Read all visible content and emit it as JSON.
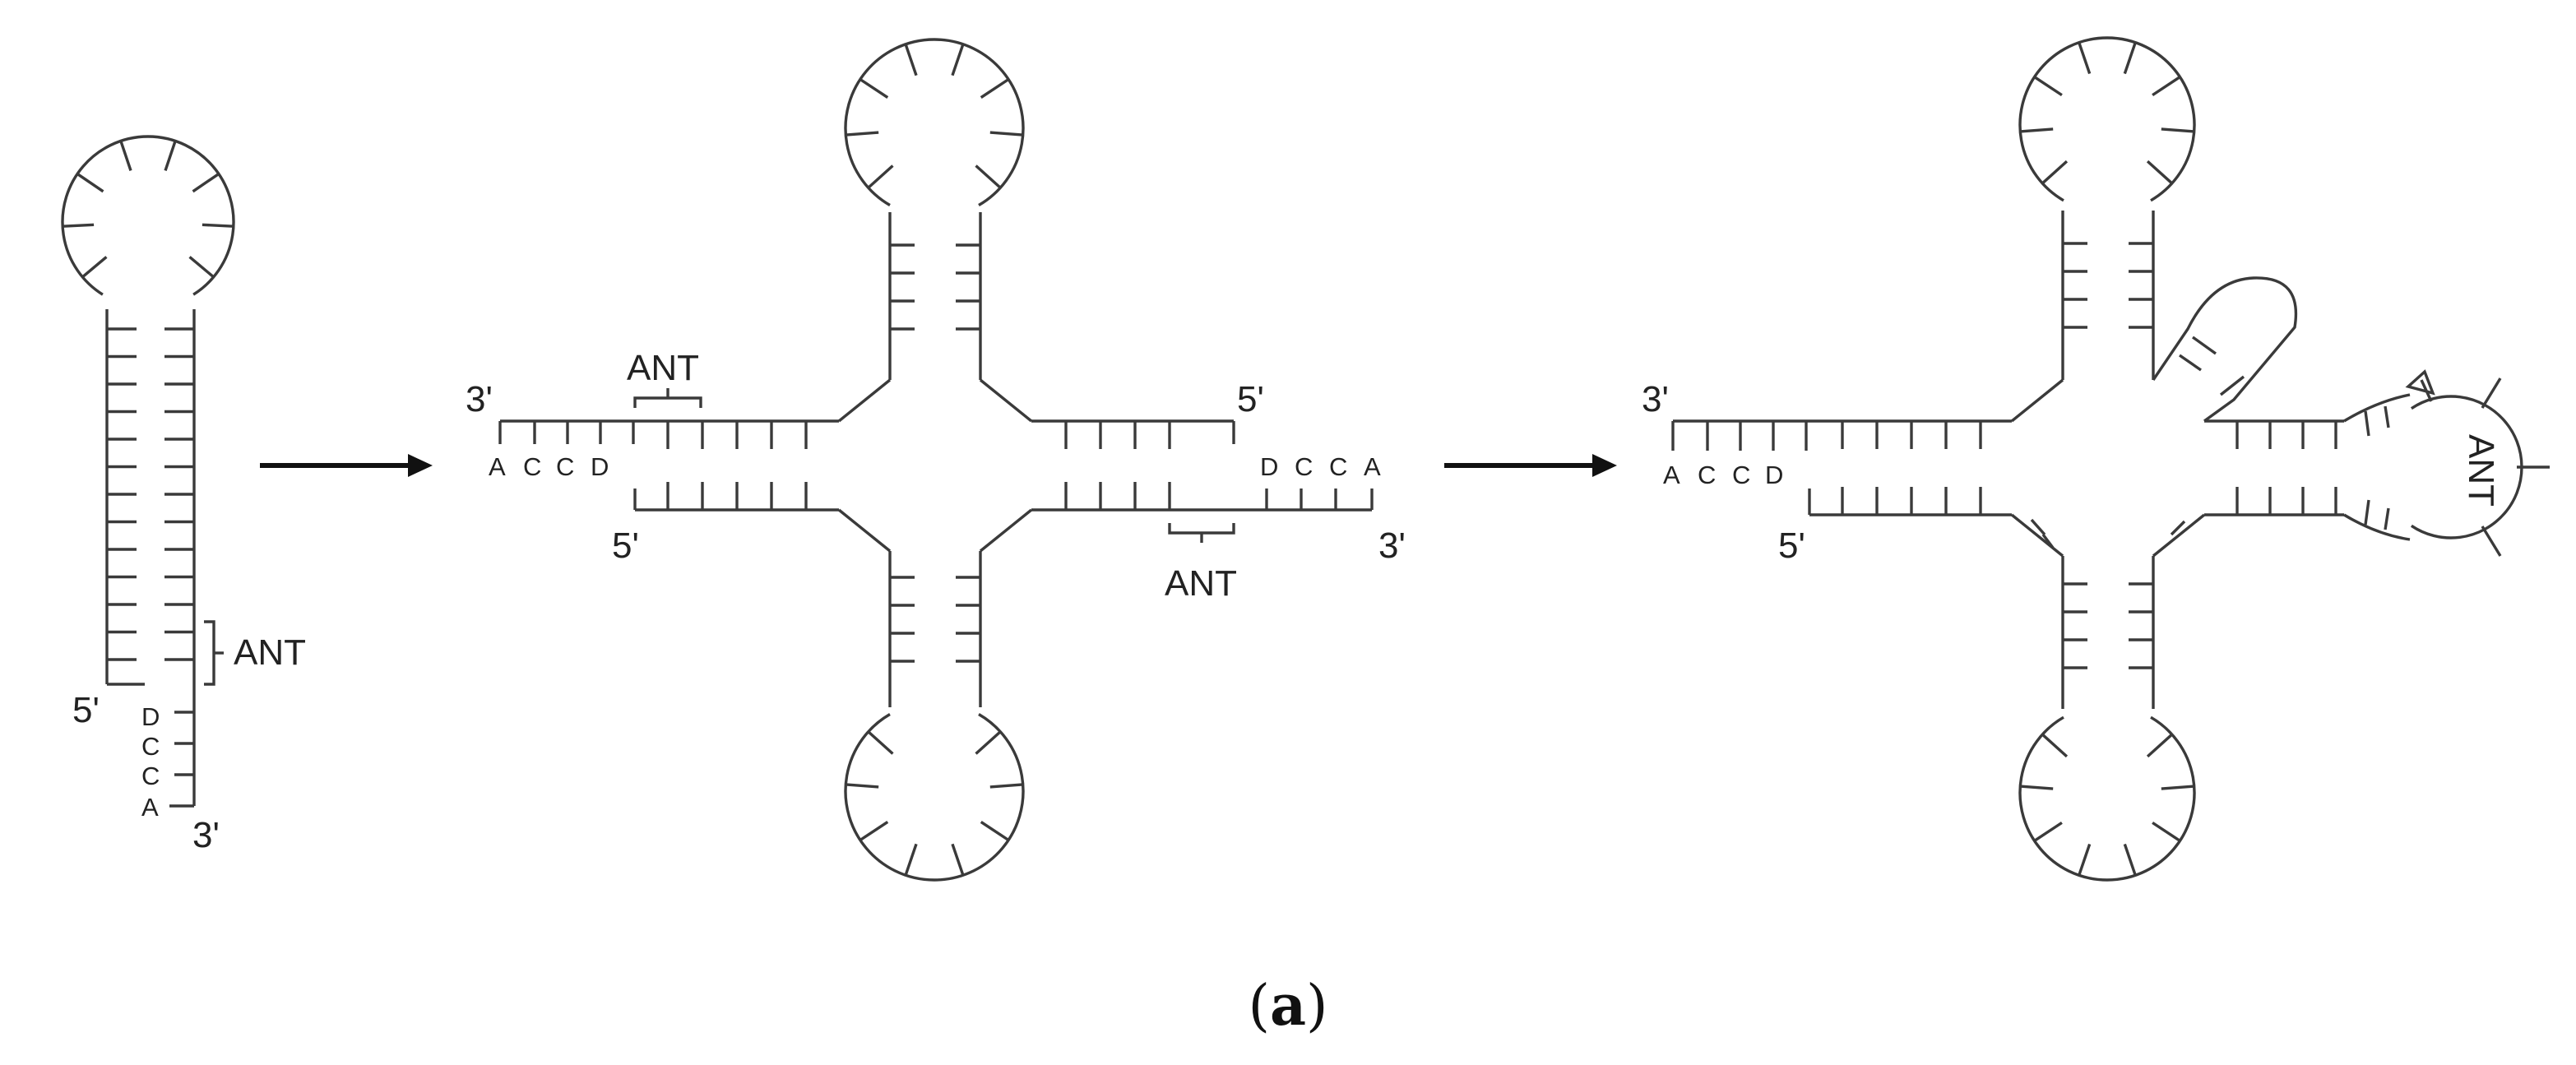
{
  "panels": [
    {
      "label_5": "5'",
      "label_3": "3'",
      "ant": "ANT",
      "bases": [
        "D",
        "C",
        "C",
        "A"
      ]
    },
    {
      "left_3": "3'",
      "left_5": "5'",
      "left_ant": "ANT",
      "left_bases": [
        "A",
        "C",
        "C",
        "D"
      ],
      "right_5": "5'",
      "right_3": "3'",
      "right_ant": "ANT",
      "right_bases": [
        "D",
        "C",
        "C",
        "A"
      ]
    },
    {
      "left_3": "3'",
      "left_5": "5'",
      "left_bases": [
        "A",
        "C",
        "C",
        "D"
      ],
      "ant": "ANT"
    }
  ],
  "arrows": 2,
  "caption": {
    "open": "(",
    "letter": "a",
    "close": ")"
  }
}
